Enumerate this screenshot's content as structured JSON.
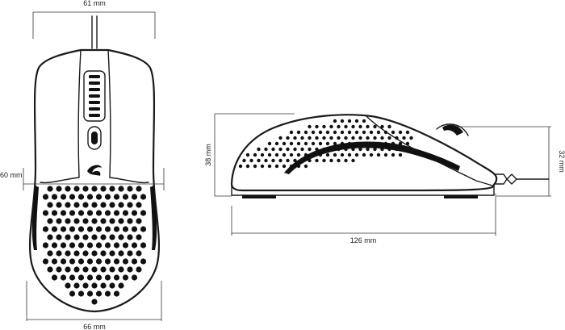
{
  "dimensions": {
    "top_width": "61 mm",
    "grip_width": "60 mm",
    "bottom_width": "66 mm",
    "side_height": "38 mm",
    "length": "126 mm",
    "front_height": "32 mm"
  },
  "colors": {
    "line": "#1a1a1a",
    "background": "#ffffff"
  }
}
